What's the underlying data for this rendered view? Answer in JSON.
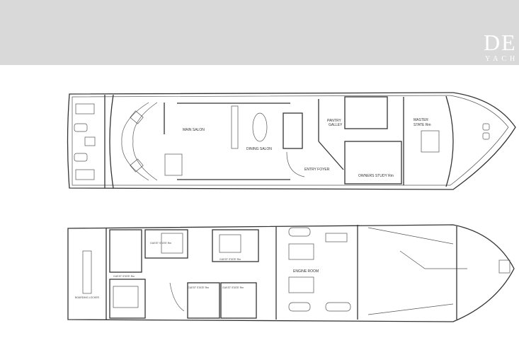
{
  "header": {
    "logo_main": "DE",
    "logo_sub": "YACH",
    "background_color": "#d9d9d9"
  },
  "upper_deck": {
    "labels": {
      "main_salon": "MAIN SALON",
      "dining_salon": "DINING SALON",
      "pantry": "PANTRY",
      "galley": "GALLEY",
      "entry_foyer": "ENTRY FOYER",
      "owners_study": "OWNERS STUDY Rm",
      "master": "MASTER",
      "state_rm": "STATE Rm"
    }
  },
  "lower_deck": {
    "labels": {
      "guest_state_1": "GUEST STATE Rm",
      "guest_state_2": "GUEST STATE Rm",
      "guest_state_3": "GUEST STATE Rm",
      "guest_state_4": "GUEST STATE Rm",
      "guest_state_5": "GUEST STATE Rm",
      "engine_room": "ENGINE ROOM",
      "lazarette": "BOARDING LOCKER"
    }
  }
}
